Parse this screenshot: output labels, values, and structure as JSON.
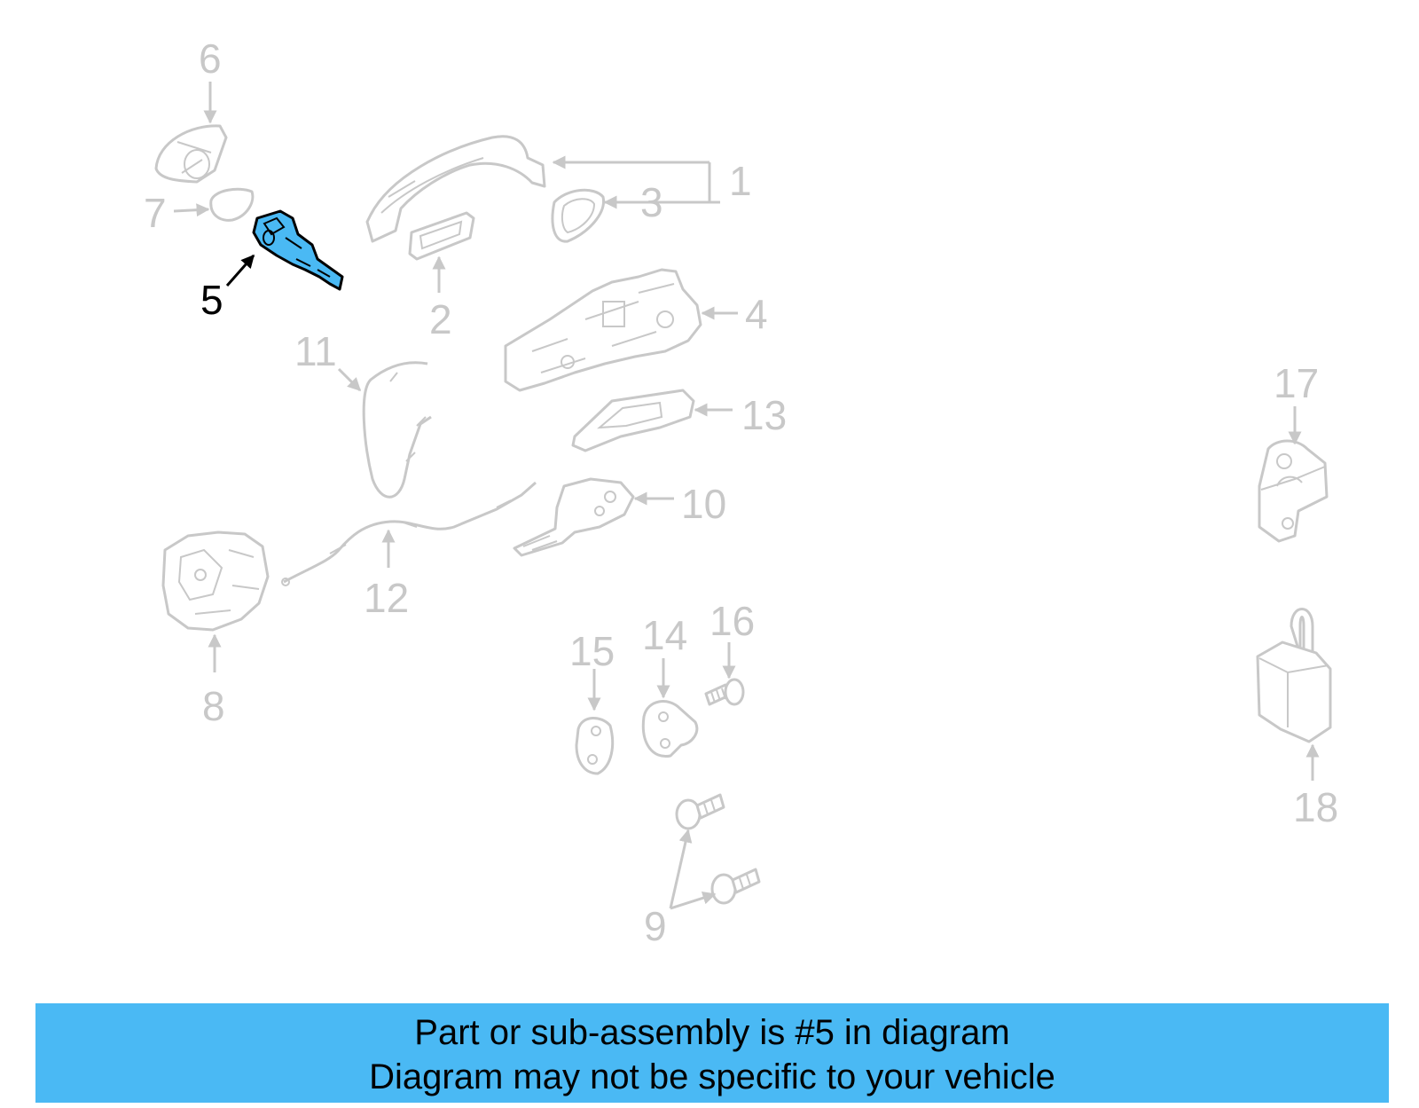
{
  "colors": {
    "background": "#ffffff",
    "part_outline": "#c8c8c8",
    "label_muted": "#c8c8c8",
    "label_highlight": "#000000",
    "highlight_fill": "#4ab9f4",
    "banner_bg": "#4ab9f4",
    "banner_text": "#000000"
  },
  "diagram": {
    "highlighted_callout": "5",
    "callouts": {
      "c1": "1",
      "c2": "2",
      "c3": "3",
      "c4": "4",
      "c5": "5",
      "c6": "6",
      "c7": "7",
      "c8": "8",
      "c9": "9",
      "c10": "10",
      "c11": "11",
      "c12": "12",
      "c13": "13",
      "c14": "14",
      "c15": "15",
      "c16": "16",
      "c17": "17",
      "c18": "18"
    }
  },
  "banner": {
    "line1": "Part or sub-assembly is #5 in diagram",
    "line2": "Diagram may not be specific to your vehicle"
  }
}
